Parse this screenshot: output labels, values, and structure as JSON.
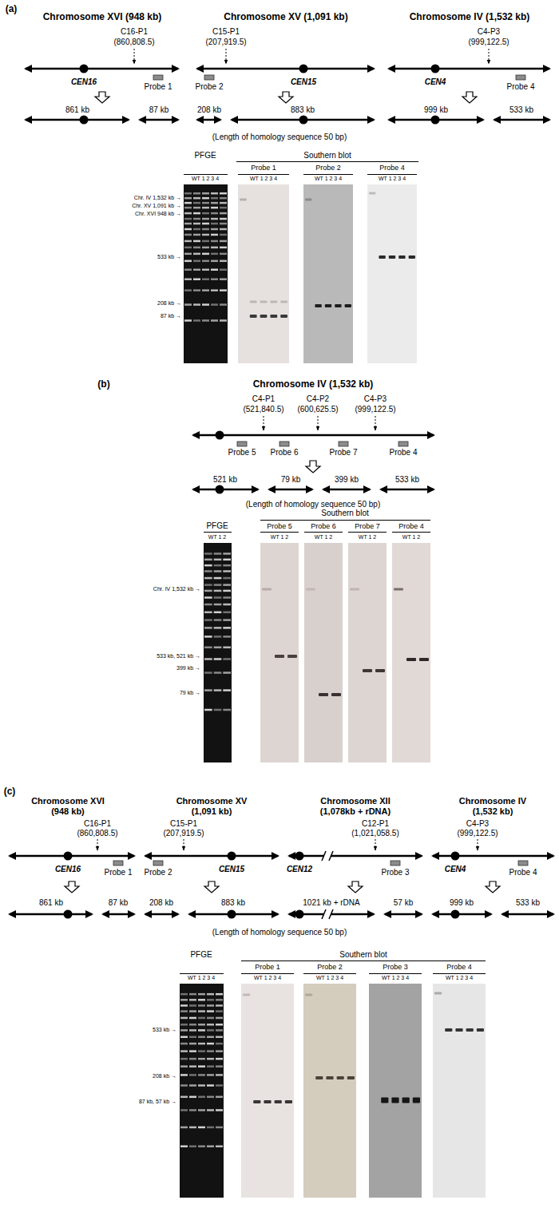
{
  "diagram": {
    "labels": [
      "(a)",
      "Chromosome XVI (948 kb)",
      "Chromosome XV (1,091 kb)",
      "Chromosome IV (1,532 kb)",
      "C16-P1",
      "(860,808.5)",
      "C15-P1",
      "(207,919.5)",
      "C4-P3",
      "(999,122.5)",
      "CEN16",
      "Probe 1",
      "CEN15",
      "Probe 2",
      "CEN4",
      "Probe 4",
      "861 kb",
      "87 kb",
      "208 kb",
      "883 kb",
      "999 kb",
      "533 kb",
      "(Length of homology sequence 50 bp)",
      "PFGE",
      "Southern blot",
      "Probe 1",
      "Probe 2",
      "Probe 4",
      "WT 1 2 3 4",
      "WT 1 2 3 4",
      "WT 1 2 3 4",
      "WT 1 2 3 4",
      "Chr. IV 1,532 kb →",
      "Chr. XV 1,091 kb →",
      "Chr. XVI 948 kb →",
      "533 kb →",
      "208 kb →",
      "87 kb →",
      "(b)",
      "Chromosome IV (1,532 kb)",
      "C4-P1",
      "(521,840.5)",
      "C4-P2",
      "(600,625.5)",
      "C4-P3",
      "(999,122.5)",
      "Probe 5",
      "Probe 6",
      "Probe 7",
      "Probe 4",
      "521 kb",
      "79 kb",
      "399 kb",
      "533 kb",
      "(Length of homology sequence 50 bp)",
      "PFGE",
      "Southern blot",
      "Probe 5",
      "Probe 6",
      "Probe 7",
      "Probe 4",
      "WT 1 2",
      "WT 1 2",
      "WT 1 2",
      "WT 1 2",
      "WT 1 2",
      "Chr. IV 1,532 kb →",
      "533 kb, 521 kb →",
      "399 kb →",
      "79 kb →",
      "(c)",
      "Chromosome XVI (948 kb)",
      "Chromosome XV (1,091 kb)",
      "Chromosome XII (1,078kb + rDNA)",
      "Chromosome IV (1,532 kb)",
      "C16-P1",
      "(860,808.5)",
      "C15-P1",
      "(207,919.5)",
      "C12-P1",
      "(1,021,058.5)",
      "C4-P3",
      "(999,122.5)",
      "CEN16",
      "Probe 1",
      "Probe 2",
      "CEN15",
      "CEN12",
      "Probe 3",
      "CEN4",
      "Probe 4",
      "861 kb",
      "87 kb",
      "208 kb",
      "883 kb",
      "1021 kb + rDNA",
      "57 kb",
      "999 kb",
      "533 kb",
      "(Length of homology sequence 50 bp)",
      "PFGE",
      "Southern blot",
      "Probe 1",
      "Probe 2",
      "Probe 3",
      "Probe 4",
      "WT 1 2 3 4",
      "WT 1 2 3 4",
      "WT 1 2 3 4",
      "WT 1 2 3 4",
      "WT 1 2 3 4",
      "533 kb →",
      "208 kb →",
      "87 kb, 57 kb →"
    ]
  }
}
